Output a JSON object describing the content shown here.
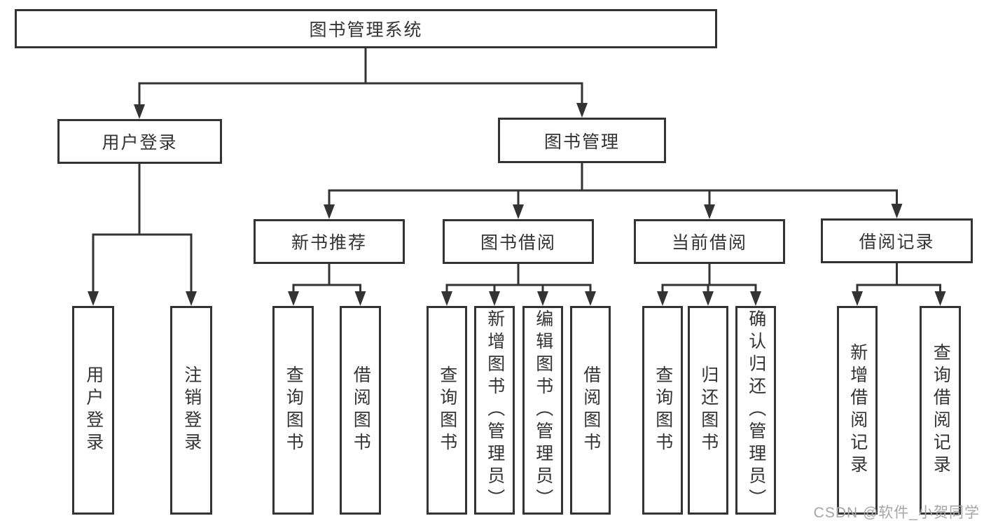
{
  "diagram": {
    "root": "图书管理系统",
    "branches": [
      {
        "label": "用户登录",
        "children": [
          "用户登录",
          "注销登录"
        ]
      },
      {
        "label": "图书管理",
        "children": [
          {
            "label": "新书推荐",
            "children": [
              "查询图书",
              "借阅图书"
            ]
          },
          {
            "label": "图书借阅",
            "children": [
              "查询图书",
              "新增图书（管理员）",
              "编辑图书（管理员）",
              "借阅图书"
            ]
          },
          {
            "label": "当前借阅",
            "children": [
              "查询图书",
              "归还图书",
              "确认归还（管理员）"
            ]
          },
          {
            "label": "借阅记录",
            "children": [
              "新增借阅记录",
              "查询借阅记录"
            ]
          }
        ]
      }
    ]
  },
  "watermark": "CSDN @软件_小贺同学",
  "colors": {
    "line": "#333333",
    "box_border": "#333333",
    "text": "#333333",
    "watermark": "#a6a6a6",
    "background": "#ffffff"
  }
}
